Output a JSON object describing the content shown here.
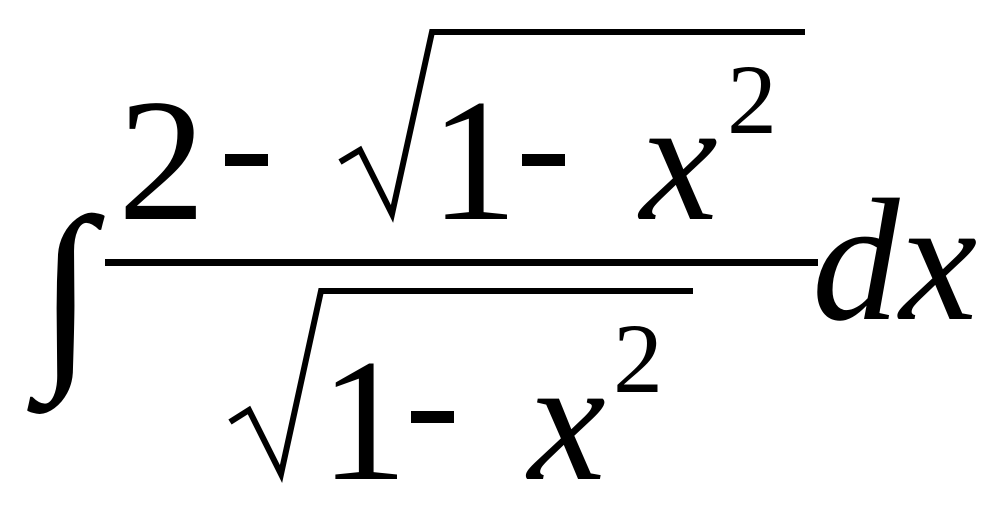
{
  "formula": {
    "integral": "∫",
    "numerator": {
      "constant": "2",
      "root_one": "1",
      "root_variable": "x",
      "root_exponent": "2"
    },
    "denominator": {
      "root_one": "1",
      "root_variable": "x",
      "root_exponent": "2"
    },
    "differential": "dx"
  }
}
